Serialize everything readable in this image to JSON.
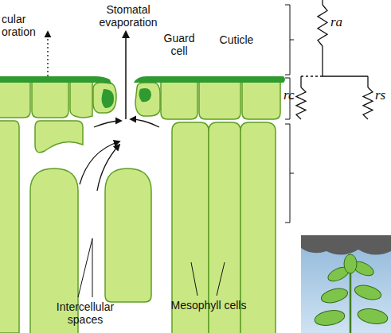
{
  "diagram": {
    "labels": [
      "cular oration",
      "Stomatal evaporation",
      "Guard cell",
      "Cuticle",
      "ra",
      "rc",
      "rs",
      "Intercellular spaces",
      "Mesophyll cells"
    ]
  }
}
